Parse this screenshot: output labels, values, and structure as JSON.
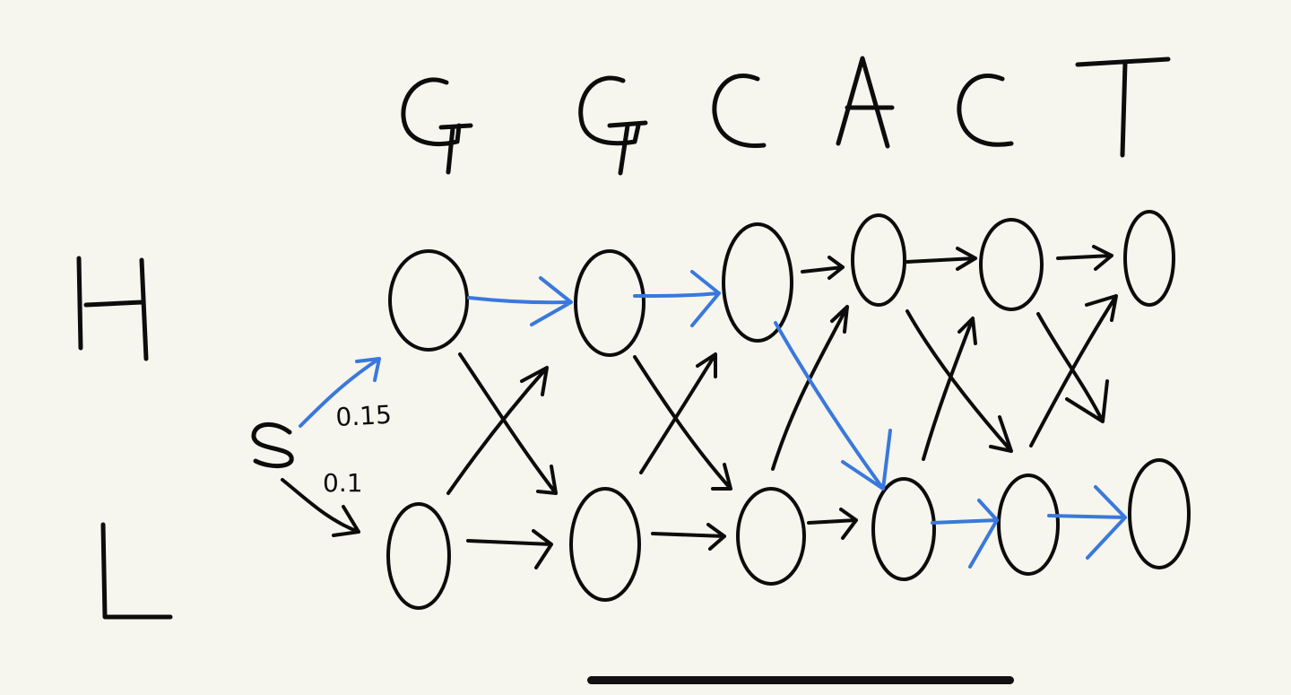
{
  "sequence": [
    "G",
    "G",
    "C",
    "A",
    "C",
    "T"
  ],
  "states": [
    "H",
    "L"
  ],
  "start_label": "S",
  "start_probabilities": {
    "to_H": "0.15",
    "to_L": "0.1"
  },
  "colors": {
    "paper": "#f6f6ee",
    "ink": "#0c0c0c",
    "path": "#3a78dc"
  },
  "best_path": [
    "H",
    "H",
    "H",
    "L",
    "L",
    "L"
  ]
}
